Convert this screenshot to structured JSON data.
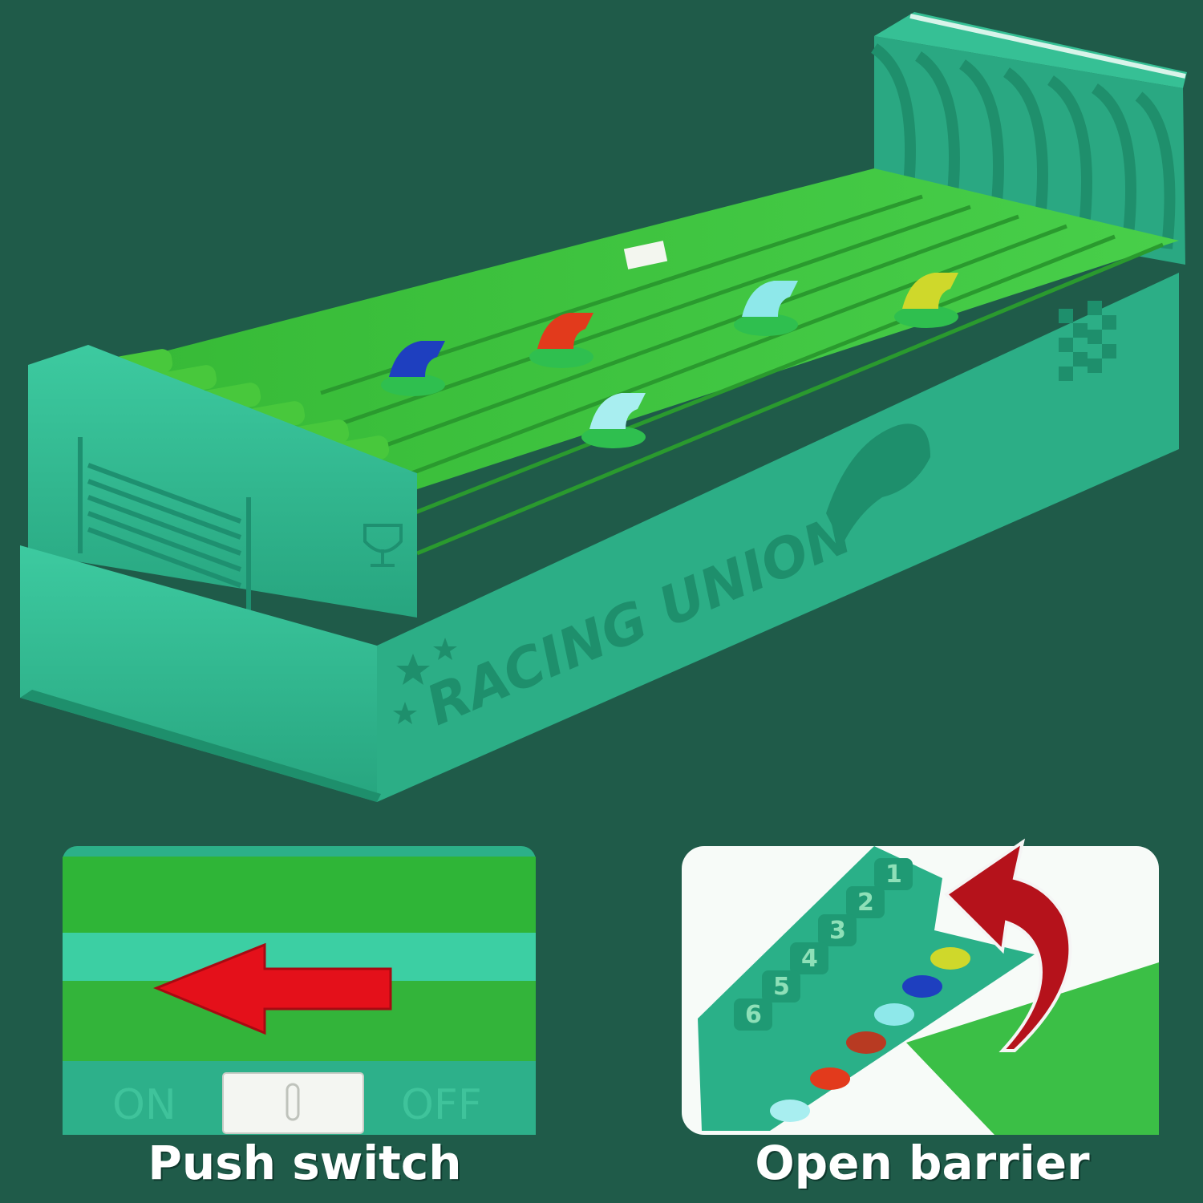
{
  "game": {
    "brand_text": "RACING UNION",
    "accent_colors": {
      "body": "#2fb890",
      "track": "#3cc43c",
      "dark_green": "#1f5b49"
    },
    "horse_colors": [
      "#1e3fbf",
      "#e23a1c",
      "#8ee8ea",
      "#cfd82b",
      "#a8eef0"
    ]
  },
  "switch_panel": {
    "on_label": "ON",
    "off_label": "OFF",
    "arrow_direction": "left",
    "arrow_color": "#e4101a"
  },
  "barrier_panel": {
    "gate_numbers": [
      "1",
      "2",
      "3",
      "4",
      "5",
      "6"
    ],
    "arrow_color": "#b5121b"
  },
  "captions": {
    "push_switch": "Push switch",
    "open_barrier": "Open barrier"
  }
}
